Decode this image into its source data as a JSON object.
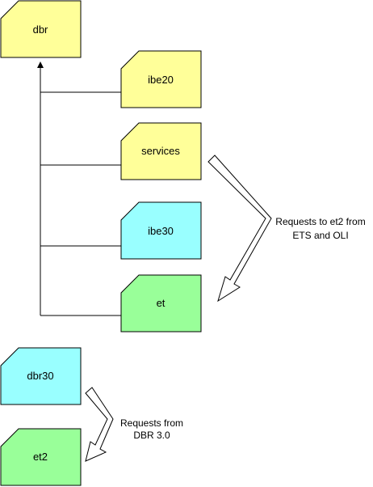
{
  "nodes": {
    "dbr": {
      "label": "dbr",
      "color": "#ffff99"
    },
    "ibe20": {
      "label": "ibe20",
      "color": "#ffff99"
    },
    "services": {
      "label": "services",
      "color": "#ffff99"
    },
    "ibe30": {
      "label": "ibe30",
      "color": "#99ffff"
    },
    "et": {
      "label": "et",
      "color": "#99ff99"
    },
    "dbr30": {
      "label": "dbr30",
      "color": "#99ffff"
    },
    "et2": {
      "label": "et2",
      "color": "#99ff99"
    }
  },
  "notes": {
    "et2_from_ets_oli": {
      "line1": "Requests to et2 from",
      "line2": "ETS and OLI"
    },
    "from_dbr30": {
      "line1": "Requests from",
      "line2": "DBR 3.0"
    }
  },
  "colors": {
    "stroke": "#000000",
    "yellow": "#ffff99",
    "cyan": "#99ffff",
    "green": "#99ff99"
  }
}
